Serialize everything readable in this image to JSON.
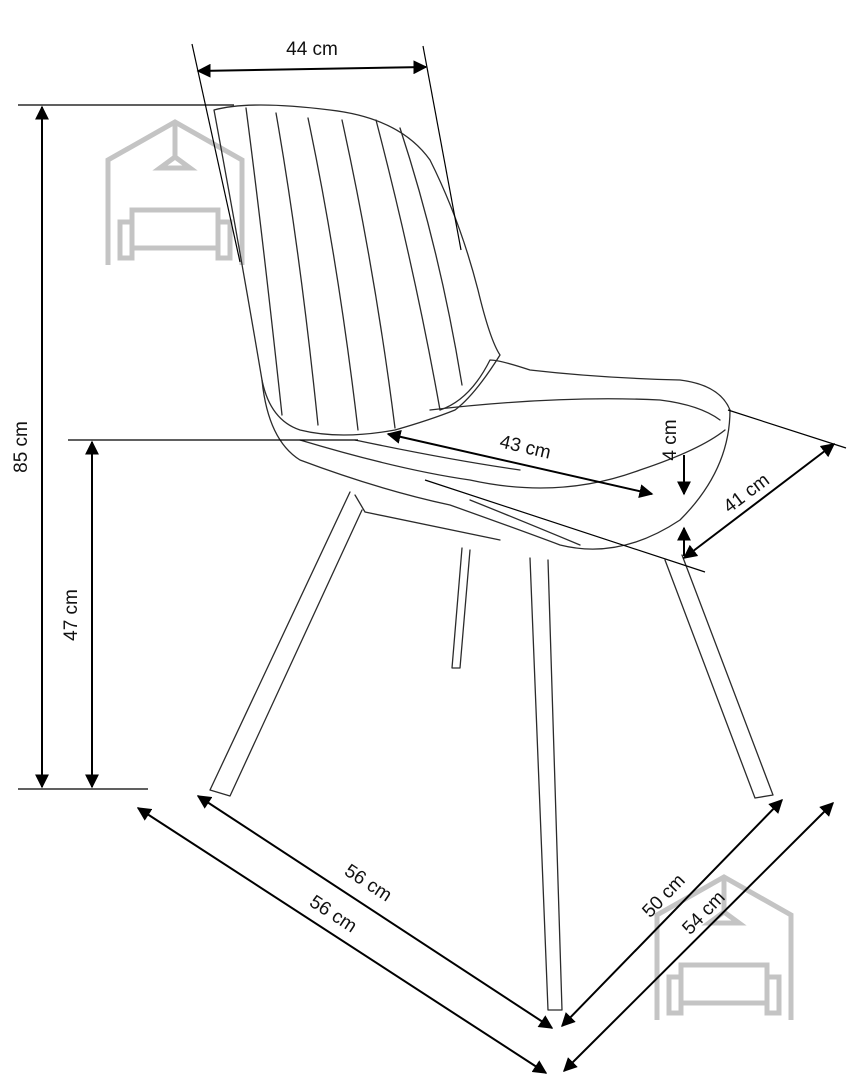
{
  "dimensions": {
    "backrest_width": "44 cm",
    "total_height": "85 cm",
    "seat_height": "47 cm",
    "seat_depth": "43 cm",
    "seat_thickness": "4 cm",
    "seat_width": "41 cm",
    "depth_inner": "56 cm",
    "depth_outer": "56 cm",
    "width_inner": "50 cm",
    "width_outer": "54 cm"
  },
  "watermarks": [
    "house-sofa-logo",
    "house-sofa-logo"
  ]
}
